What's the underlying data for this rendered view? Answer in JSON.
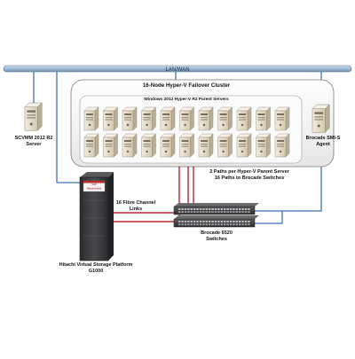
{
  "network": {
    "label": "LAN/WAN"
  },
  "cluster": {
    "title": "16-Node Hyper-V Failover Cluster",
    "subtitle": "Windows 2012 Hyper-V R2 Parent Servers",
    "server_count": 22
  },
  "scvmm": {
    "line1": "SCVMM 2012 R2",
    "line2": "Server"
  },
  "smis": {
    "line1": "Brocade SMI-S",
    "line2": "Agent"
  },
  "paths": {
    "line1": "2 Paths per Hyper-V Parent Server",
    "line2": "16 Paths to Brocade Switches"
  },
  "fc_links": {
    "line1": "16  Fibre Channel",
    "line2": "Links"
  },
  "switches": {
    "line1": "Brocade 6520",
    "line2": "Switches"
  },
  "storage": {
    "line1": "Hitachi Virtual Storage Platform",
    "line2": "G1000",
    "badge_line1": "VSP",
    "badge_line2": "Hitachi Hybrid"
  },
  "colors": {
    "cable_blue": "#3f73b8",
    "fc_red": "#c0282c",
    "lan_bar": "#a9c5de",
    "rack": "#3a3a3c",
    "server_beige": "#e2d9c4"
  }
}
